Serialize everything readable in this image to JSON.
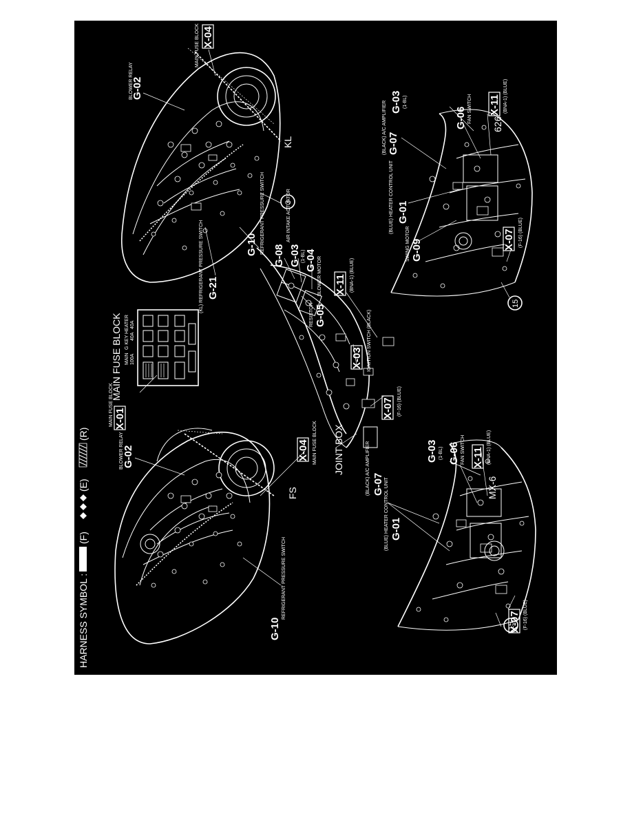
{
  "colors": {
    "background": "#000000",
    "ink": "#ffffff",
    "page": "#ffffff"
  },
  "header": {
    "title": "HARNESS SYMBOL :",
    "legend": [
      {
        "label": "(F)",
        "pattern": "dots"
      },
      {
        "label": "(E)",
        "pattern": "diamonds"
      },
      {
        "label": "(R)",
        "pattern": "hatch"
      }
    ]
  },
  "fuse_block": {
    "title": "MAIN FUSE BLOCK",
    "fuses": [
      {
        "name": "MAIN",
        "rating": "100A"
      },
      {
        "name": "G KEY",
        "rating": "40A"
      },
      {
        "name": "HEATER",
        "rating": "40A"
      }
    ],
    "ref_label": "MAIN FUSE BLOCK",
    "ref_code": "X-01"
  },
  "engine_fs": {
    "model": "FS",
    "blower_relay": {
      "code": "G-02",
      "label": "BLOWER RELAY"
    },
    "main_fuse": {
      "code": "X-04",
      "label": "MAIN FUSE BLOCK"
    },
    "refrigerant": {
      "code": "G-10",
      "label": "REFRIGERANT PRESSURE SWITCH"
    }
  },
  "engine_kl": {
    "model": "KL",
    "main_fuse": {
      "code": "X-04",
      "label": "MAIN FUSE BLOCK"
    },
    "blower_relay": {
      "code": "G-02",
      "label": "BLOWER RELAY"
    },
    "refrigerant_kl": {
      "code": "G-21",
      "label": "(KL) REFRIGERANT PRESSURE SWITCH"
    },
    "refrigerant": {
      "code": "G-10",
      "label": "REFRIGERANT PRESSURE SWITCH"
    },
    "ground": "3"
  },
  "blower_unit": {
    "joint_box": "JOINT BOX",
    "resistor": {
      "code": "G-05",
      "label": "RESISTOR"
    },
    "air_intake": {
      "code": "G-08",
      "label": "AIR INTAKE ACTUATOR"
    },
    "g03": {
      "code": "G-03",
      "label": "(1-BL)"
    },
    "blower_motor": {
      "code": "G-04",
      "label": "BLOWER MOTOR"
    },
    "x11": {
      "code": "X-11",
      "label": "(BNA-1) (BLUE)"
    },
    "ignition": {
      "code": "X-03",
      "label": "IGNITION SWITCH (BLACK)"
    },
    "x07": {
      "code": "X-07",
      "label": "(F-16) (BLUE)"
    }
  },
  "dash_mx6": {
    "model": "MX-6",
    "heater_control": {
      "code": "G-01",
      "label": "(BLUE) HEATER CONTROL UNIT"
    },
    "ac_amp": {
      "code": "G-07",
      "label": "(BLACK) A/C AMPLIFIER"
    },
    "g03": {
      "code": "G-03",
      "label": "(1-BL)"
    },
    "fan_switch": {
      "code": "G-06",
      "label": "FAN SWITCH"
    },
    "x11": {
      "code": "X-11",
      "label": "(BNA-1) (BLUE)"
    },
    "x07": {
      "code": "X-07",
      "label": "(F-16) (BLUE)"
    },
    "ground": "15"
  },
  "dash_626": {
    "model": "626",
    "g03": {
      "code": "G-03",
      "label": "(1-BL)"
    },
    "fan_switch": {
      "code": "G-06",
      "label": "FAN SWITCH"
    },
    "x11": {
      "code": "X-11",
      "label": "(BNA-1) (BLUE)"
    },
    "ac_amp": {
      "code": "G-07",
      "label": "(BLACK) A/C AMPLIFIER"
    },
    "heater_control": {
      "code": "G-01",
      "label": "(BLUE) HEATER CONTROL UNIT"
    },
    "swing_motor": {
      "code": "G-09",
      "label": "SWING MOTOR"
    },
    "x07": {
      "code": "X-07",
      "label": "(F-16) (BLUE)"
    },
    "ground": "15"
  }
}
